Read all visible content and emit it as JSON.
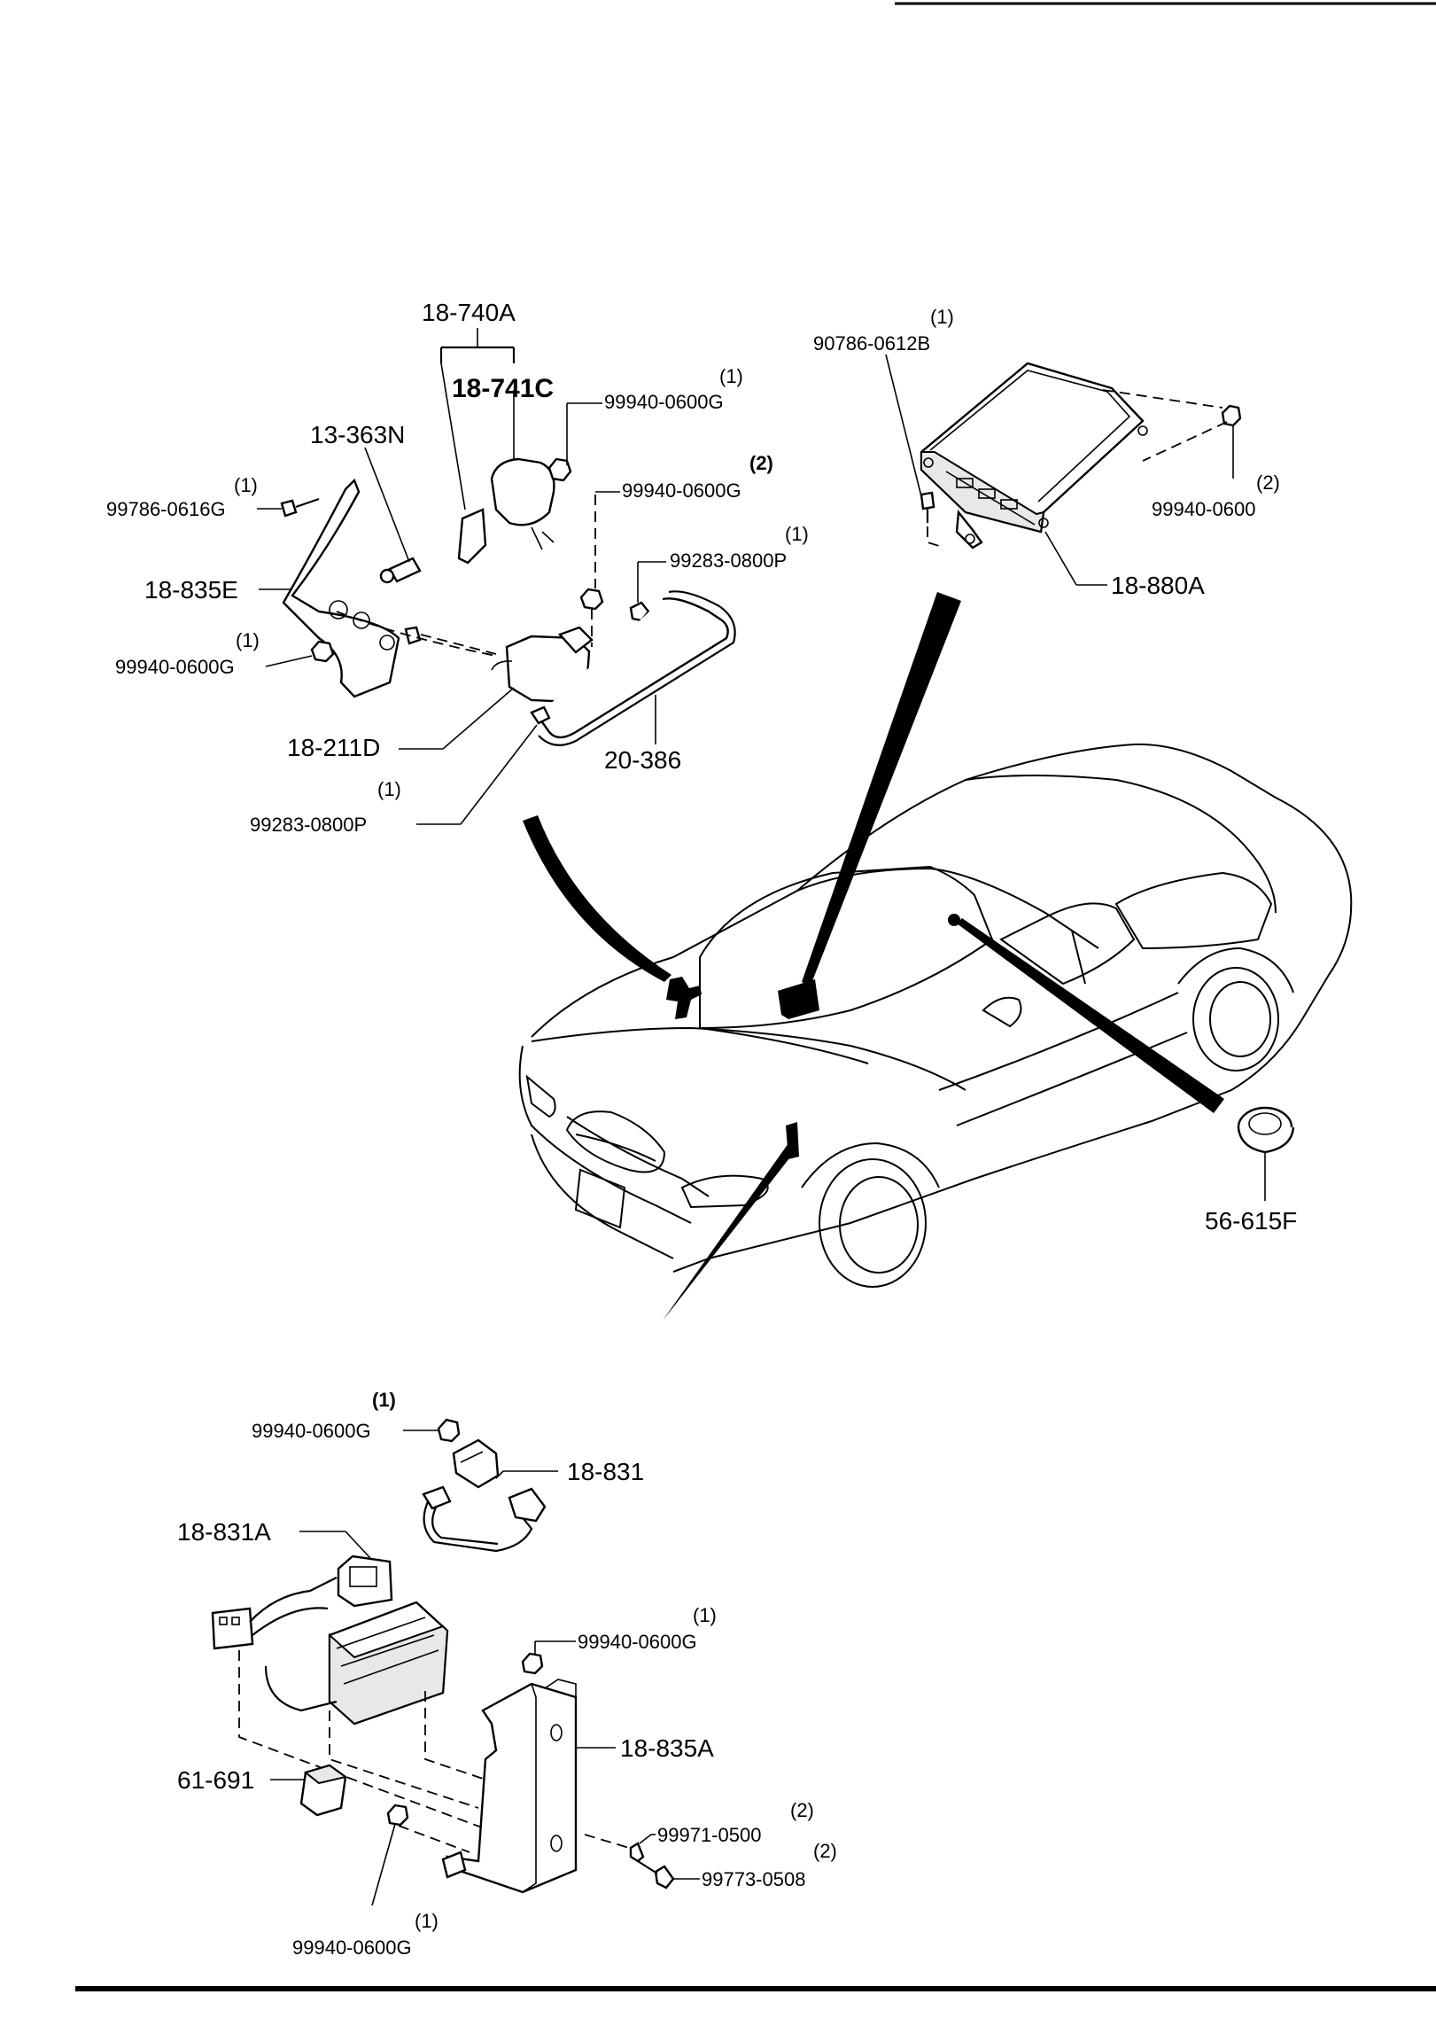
{
  "labels": {
    "top_left": {
      "l_18_740a": "18-740A",
      "l_18_741c": "18-741C",
      "q_99940_0600g_a": "(1)",
      "l_99940_0600g_a": "99940-0600G",
      "l_13_363n": "13-363N",
      "q_99940_0600g_b": "(2)",
      "l_99940_0600g_b": "99940-0600G",
      "q_99786_0616g": "(1)",
      "l_99786_0616g": "99786-0616G",
      "q_99283_0800p_a": "(1)",
      "l_99283_0800p_a": "99283-0800P",
      "l_18_835e": "18-835E",
      "q_99940_0600g_c": "(1)",
      "l_99940_0600g_c": "99940-0600G",
      "l_18_211d": "18-211D",
      "l_20_386": "20-386",
      "q_99283_0800p_b": "(1)",
      "l_99283_0800p_b": "99283-0800P"
    },
    "top_right": {
      "q_90786_0612b": "(1)",
      "l_90786_0612b": "90786-0612B",
      "q_99940_0600": "(2)",
      "l_99940_0600": "99940-0600",
      "l_18_880a": "18-880A"
    },
    "middle": {
      "l_56_615f": "56-615F"
    },
    "bottom": {
      "q_99940_0600g_d": "(1)",
      "l_99940_0600g_d": "99940-0600G",
      "l_18_831": "18-831",
      "l_18_831a": "18-831A",
      "q_99940_0600g_e": "(1)",
      "l_99940_0600g_e": "99940-0600G",
      "l_18_835a": "18-835A",
      "l_61_691": "61-691",
      "q_99971_0500": "(2)",
      "l_99971_0500": "99971-0500",
      "q_99773_0508": "(2)",
      "l_99773_0508": "99773-0508",
      "q_99940_0600g_f": "(1)",
      "l_99940_0600g_f": "99940-0600G"
    }
  }
}
